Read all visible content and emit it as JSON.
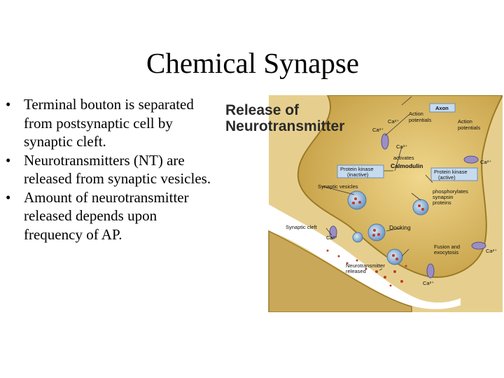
{
  "slide": {
    "title": "Chemical Synapse",
    "bullets": [
      "Terminal bouton is separated from postsynaptic cell by synaptic cleft.",
      "Neurotransmitters (NT) are released from synaptic vesicles.",
      "Amount of neurotransmitter released depends upon frequency of AP."
    ],
    "bullet_glyph": "•"
  },
  "figure": {
    "title_line1": "Release of",
    "title_line2": "Neurotransmitter",
    "labels": {
      "axon": "Axon",
      "action_potentials_1": "Action",
      "action_potentials_2": "potentials",
      "action_potentials_right_1": "Action",
      "action_potentials_right_2": "potentials",
      "ca2_a": "Ca²⁺",
      "ca2_b": "Ca²⁺",
      "ca2_c": "Ca²⁺",
      "ca2_d": "Ca²⁺",
      "ca2_e": "Ca²⁺",
      "ca2_f": "Ca²⁺",
      "ca2_g": "Ca²⁺",
      "activates": "activates",
      "calmodulin": "Calmodulin",
      "pk_inactive_1": "Protein kinase",
      "pk_inactive_2": "(inactive)",
      "pk_active_1": "Protein kinase",
      "pk_active_2": "(active)",
      "synaptic_vesicles": "Synaptic vesicles",
      "phosphorylates_1": "phosphorylates",
      "phosphorylates_2": "synapsin",
      "phosphorylates_3": "proteins",
      "synaptic_cleft": "Synaptic cleft",
      "docking": "Docking",
      "fusion_1": "Fusion and",
      "fusion_2": "exocytosis",
      "nt_released_1": "Neurotransmitter",
      "nt_released_2": "released"
    },
    "colors": {
      "terminal": "#d8b456",
      "terminal_dark": "#a8842c",
      "postsynaptic": "#c9a85a",
      "cleft": "#ffffff",
      "vesicle": "#8fb3d6",
      "nt_dot": "#c0392b",
      "channel": "#9a8fc4",
      "label_box": "#c7dbef"
    }
  }
}
